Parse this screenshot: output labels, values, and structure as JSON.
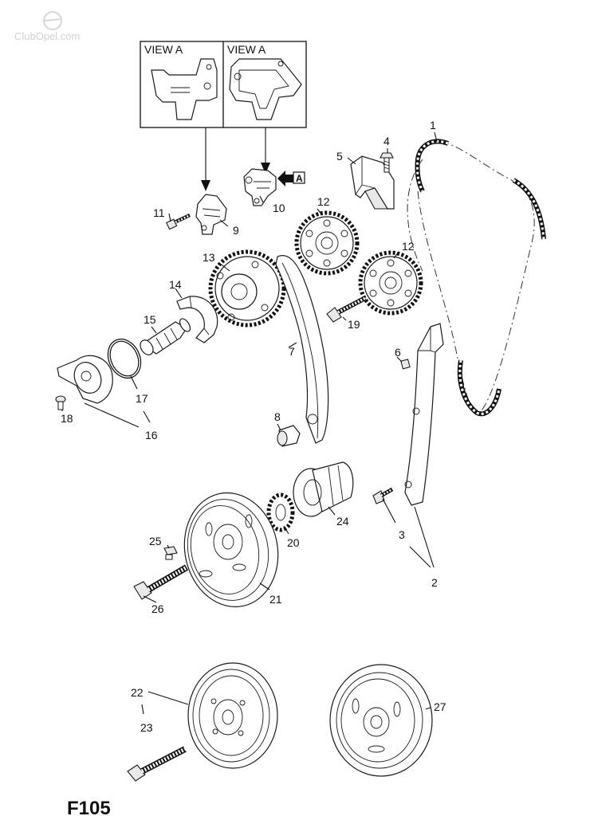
{
  "watermark": "ClubOpel.com",
  "page_code": "F105",
  "views": [
    {
      "id": "view-a-left",
      "title": "VIEW A"
    },
    {
      "id": "view-a-right",
      "title": "VIEW A"
    }
  ],
  "view_marker": "A",
  "callouts": [
    {
      "id": "1",
      "text": "1"
    },
    {
      "id": "2",
      "text": "2"
    },
    {
      "id": "3",
      "text": "3"
    },
    {
      "id": "4",
      "text": "4"
    },
    {
      "id": "5",
      "text": "5"
    },
    {
      "id": "6",
      "text": "6"
    },
    {
      "id": "7",
      "text": "7"
    },
    {
      "id": "8",
      "text": "8"
    },
    {
      "id": "9",
      "text": "9"
    },
    {
      "id": "10",
      "text": "10"
    },
    {
      "id": "11",
      "text": "11"
    },
    {
      "id": "12a",
      "text": "12"
    },
    {
      "id": "12b",
      "text": "12"
    },
    {
      "id": "13",
      "text": "13"
    },
    {
      "id": "14",
      "text": "14"
    },
    {
      "id": "15",
      "text": "15"
    },
    {
      "id": "16",
      "text": "16"
    },
    {
      "id": "17",
      "text": "17"
    },
    {
      "id": "18",
      "text": "18"
    },
    {
      "id": "19",
      "text": "19"
    },
    {
      "id": "20",
      "text": "20"
    },
    {
      "id": "21",
      "text": "21"
    },
    {
      "id": "22",
      "text": "22"
    },
    {
      "id": "23",
      "text": "23"
    },
    {
      "id": "24",
      "text": "24"
    },
    {
      "id": "25",
      "text": "25"
    },
    {
      "id": "26",
      "text": "26"
    },
    {
      "id": "27",
      "text": "27"
    }
  ],
  "parts": [
    {
      "number": "1",
      "name": "timing-chain"
    },
    {
      "number": "2",
      "name": "tensioner-rail-set"
    },
    {
      "number": "3",
      "name": "rail-bolt"
    },
    {
      "number": "4",
      "name": "guide-bolt"
    },
    {
      "number": "5",
      "name": "upper-chain-guide"
    },
    {
      "number": "6",
      "name": "pin"
    },
    {
      "number": "7",
      "name": "tensioner-rail"
    },
    {
      "number": "8",
      "name": "pivot-bushing"
    },
    {
      "number": "9",
      "name": "chain-tensioner"
    },
    {
      "number": "10",
      "name": "chain-tensioner-alt"
    },
    {
      "number": "11",
      "name": "tensioner-bolt"
    },
    {
      "number": "12",
      "name": "camshaft-sprocket"
    },
    {
      "number": "13",
      "name": "camshaft-adjuster"
    },
    {
      "number": "14",
      "name": "cover-plate"
    },
    {
      "number": "15",
      "name": "control-valve"
    },
    {
      "number": "16",
      "name": "solenoid-kit"
    },
    {
      "number": "17",
      "name": "seal-ring"
    },
    {
      "number": "18",
      "name": "solenoid-bolt"
    },
    {
      "number": "19",
      "name": "adjuster-bolt"
    },
    {
      "number": "20",
      "name": "crankshaft-sprocket"
    },
    {
      "number": "21",
      "name": "crankshaft-pulley"
    },
    {
      "number": "22",
      "name": "pulley-variant-a"
    },
    {
      "number": "23",
      "name": "pulley-bolt"
    },
    {
      "number": "24",
      "name": "oil-pump-drive"
    },
    {
      "number": "25",
      "name": "pulley-screw"
    },
    {
      "number": "26",
      "name": "central-bolt"
    },
    {
      "number": "27",
      "name": "pulley-variant-b"
    }
  ]
}
